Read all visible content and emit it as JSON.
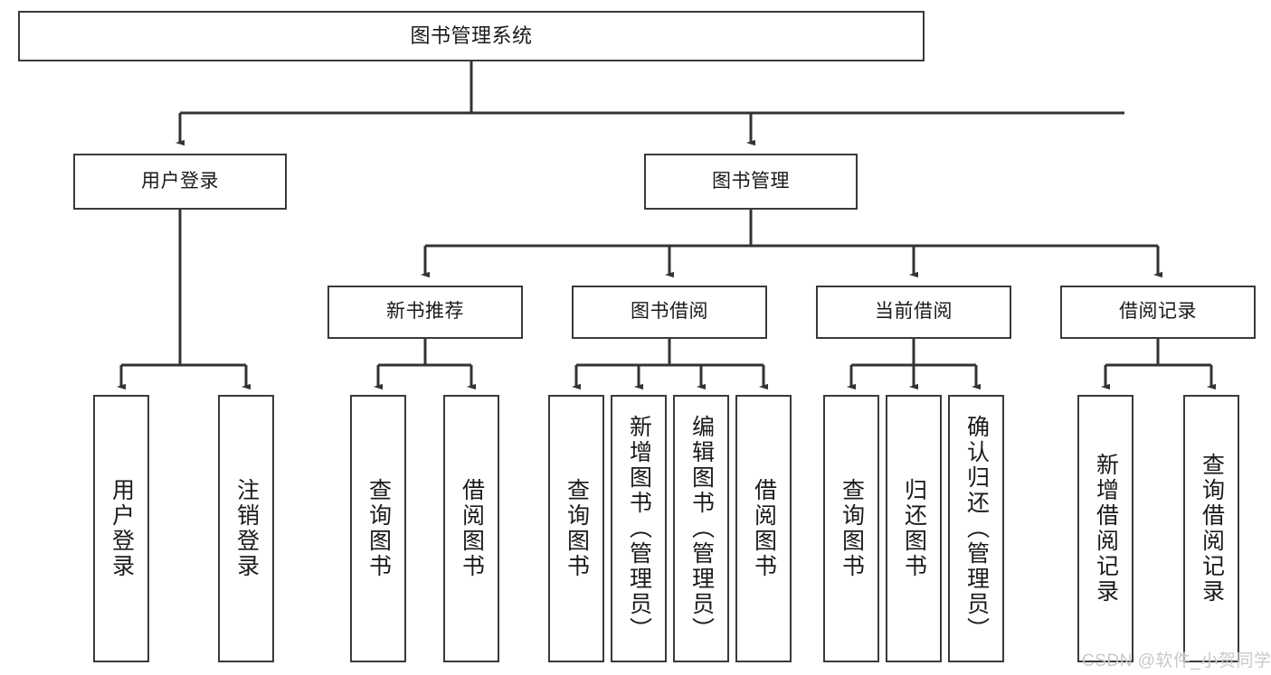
{
  "diagram": {
    "title": "图书管理系统",
    "type": "tree-hierarchy-diagram",
    "colors": {
      "box_border": "#3a3a3a",
      "box_fill": "#ffffff",
      "edge": "#333333",
      "text": "#1a1a1a",
      "watermark": "#c9c9c9"
    },
    "root": {
      "label": "图书管理系统"
    },
    "level2": [
      {
        "label": "用户登录"
      },
      {
        "label": "图书管理"
      }
    ],
    "level3": [
      {
        "label": "新书推荐"
      },
      {
        "label": "图书借阅"
      },
      {
        "label": "当前借阅"
      },
      {
        "label": "借阅记录"
      }
    ],
    "leaves": {
      "user_login": [
        {
          "label": "用户登录"
        },
        {
          "label": "注销登录"
        }
      ],
      "new_book_recommend": [
        {
          "label": "查询图书"
        },
        {
          "label": "借阅图书"
        }
      ],
      "book_borrow": [
        {
          "label": "查询图书"
        },
        {
          "label": "新增图书（管理员）"
        },
        {
          "label": "编辑图书（管理员）"
        },
        {
          "label": "借阅图书"
        }
      ],
      "current_borrow": [
        {
          "label": "查询图书"
        },
        {
          "label": "归还图书"
        },
        {
          "label": "确认归还（管理员）"
        }
      ],
      "borrow_record": [
        {
          "label": "新增借阅记录"
        },
        {
          "label": "查询借阅记录"
        }
      ]
    },
    "watermark": "CSDN @软件_小贺同学"
  }
}
